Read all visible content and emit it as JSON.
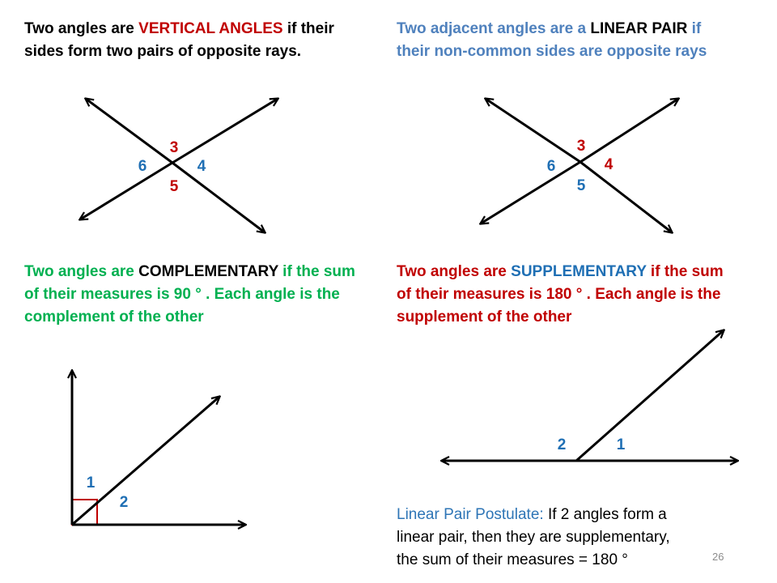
{
  "colors": {
    "text_black": "#000000",
    "red": "#C00000",
    "blue": "#4F81BD",
    "green": "#00B050",
    "darkblue": "#1F6FB4",
    "gray": "#7F7F7F",
    "square_red": "#C00000"
  },
  "vertical": {
    "line1": {
      "pre": "Two angles are ",
      "term": "VERTICAL ANGLES",
      "post": " if their"
    },
    "line2": "sides form two pairs of opposite rays.",
    "labels": {
      "top": "3",
      "left": "6",
      "right": "4",
      "bottom": "5"
    }
  },
  "linear": {
    "line1": {
      "pre": "Two adjacent angles are a ",
      "term": "LINEAR PAIR",
      "post": " if"
    },
    "line2": "their non-common sides are opposite rays",
    "labels": {
      "top": "3",
      "left": "6",
      "right": "4",
      "bottom": "5"
    }
  },
  "complementary": {
    "line1": {
      "pre": "Two angles are ",
      "term": "COMPLEMENTARY",
      "post": " if the sum"
    },
    "line2": "of their measures is 90 ° . Each angle is the",
    "line3": "complement of the other",
    "labels": {
      "one": "1",
      "two": "2"
    }
  },
  "supplementary": {
    "line1": {
      "pre": "Two angles are ",
      "term": "SUPPLEMENTARY",
      "post": " if the sum"
    },
    "line2": "of their measures is 180 ° . Each angle is the",
    "line3": "supplement of the other",
    "labels": {
      "two": "2",
      "one": "1"
    }
  },
  "postulate": {
    "title": "Linear Pair Postulate:",
    "line1_rest": " If 2 angles form a",
    "line2": "linear pair, then they are supplementary,",
    "line3": "the sum of their measures = 180 °"
  },
  "page_number": "26"
}
